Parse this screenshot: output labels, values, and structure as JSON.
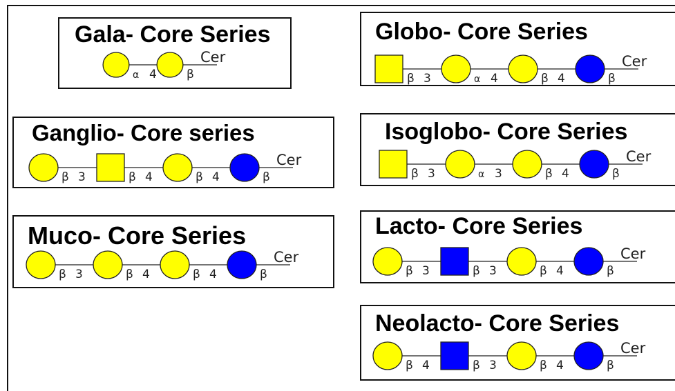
{
  "colors": {
    "galactose": "#ffff00",
    "glucose": "#0000ff",
    "galnac": "#ffff00",
    "glcnac": "#0000ff",
    "outline": "#000000"
  },
  "series": [
    {
      "id": "gala",
      "title": "Gala- Core Series",
      "residues": [
        {
          "shape": "circle",
          "color": "yellow"
        },
        {
          "shape": "circle",
          "color": "yellow"
        }
      ],
      "links": [
        {
          "anomer": "α",
          "pos": "4"
        },
        {
          "anomer": "β",
          "pos": ""
        }
      ],
      "aglycone": "Cer"
    },
    {
      "id": "globo",
      "title": "Globo- Core Series",
      "residues": [
        {
          "shape": "square",
          "color": "yellow"
        },
        {
          "shape": "circle",
          "color": "yellow"
        },
        {
          "shape": "circle",
          "color": "yellow"
        },
        {
          "shape": "circle",
          "color": "blue"
        }
      ],
      "links": [
        {
          "anomer": "β",
          "pos": "3"
        },
        {
          "anomer": "α",
          "pos": "4"
        },
        {
          "anomer": "β",
          "pos": "4"
        },
        {
          "anomer": "β",
          "pos": ""
        }
      ],
      "aglycone": "Cer"
    },
    {
      "id": "ganglio",
      "title": "Ganglio- Core series",
      "residues": [
        {
          "shape": "circle",
          "color": "yellow"
        },
        {
          "shape": "square",
          "color": "yellow"
        },
        {
          "shape": "circle",
          "color": "yellow"
        },
        {
          "shape": "circle",
          "color": "blue"
        }
      ],
      "links": [
        {
          "anomer": "β",
          "pos": "3"
        },
        {
          "anomer": "β",
          "pos": "4"
        },
        {
          "anomer": "β",
          "pos": "4"
        },
        {
          "anomer": "β",
          "pos": ""
        }
      ],
      "aglycone": "Cer"
    },
    {
      "id": "isoglobo",
      "title": "Isoglobo- Core Series",
      "residues": [
        {
          "shape": "square",
          "color": "yellow"
        },
        {
          "shape": "circle",
          "color": "yellow"
        },
        {
          "shape": "circle",
          "color": "yellow"
        },
        {
          "shape": "circle",
          "color": "blue"
        }
      ],
      "links": [
        {
          "anomer": "β",
          "pos": "3"
        },
        {
          "anomer": "α",
          "pos": "3"
        },
        {
          "anomer": "β",
          "pos": "4"
        },
        {
          "anomer": "β",
          "pos": ""
        }
      ],
      "aglycone": "Cer"
    },
    {
      "id": "muco",
      "title": "Muco- Core Series",
      "residues": [
        {
          "shape": "circle",
          "color": "yellow"
        },
        {
          "shape": "circle",
          "color": "yellow"
        },
        {
          "shape": "circle",
          "color": "yellow"
        },
        {
          "shape": "circle",
          "color": "blue"
        }
      ],
      "links": [
        {
          "anomer": "β",
          "pos": "3"
        },
        {
          "anomer": "β",
          "pos": "4"
        },
        {
          "anomer": "β",
          "pos": "4"
        },
        {
          "anomer": "β",
          "pos": ""
        }
      ],
      "aglycone": "Cer"
    },
    {
      "id": "lacto",
      "title": "Lacto- Core Series",
      "residues": [
        {
          "shape": "circle",
          "color": "yellow"
        },
        {
          "shape": "square",
          "color": "blue"
        },
        {
          "shape": "circle",
          "color": "yellow"
        },
        {
          "shape": "circle",
          "color": "blue"
        }
      ],
      "links": [
        {
          "anomer": "β",
          "pos": "3"
        },
        {
          "anomer": "β",
          "pos": "3"
        },
        {
          "anomer": "β",
          "pos": "4"
        },
        {
          "anomer": "β",
          "pos": ""
        }
      ],
      "aglycone": "Cer"
    },
    {
      "id": "neolacto",
      "title": "Neolacto- Core Series",
      "residues": [
        {
          "shape": "circle",
          "color": "yellow"
        },
        {
          "shape": "square",
          "color": "blue"
        },
        {
          "shape": "circle",
          "color": "yellow"
        },
        {
          "shape": "circle",
          "color": "blue"
        }
      ],
      "links": [
        {
          "anomer": "β",
          "pos": "4"
        },
        {
          "anomer": "β",
          "pos": "3"
        },
        {
          "anomer": "β",
          "pos": "4"
        },
        {
          "anomer": "β",
          "pos": ""
        }
      ],
      "aglycone": "Cer"
    }
  ]
}
